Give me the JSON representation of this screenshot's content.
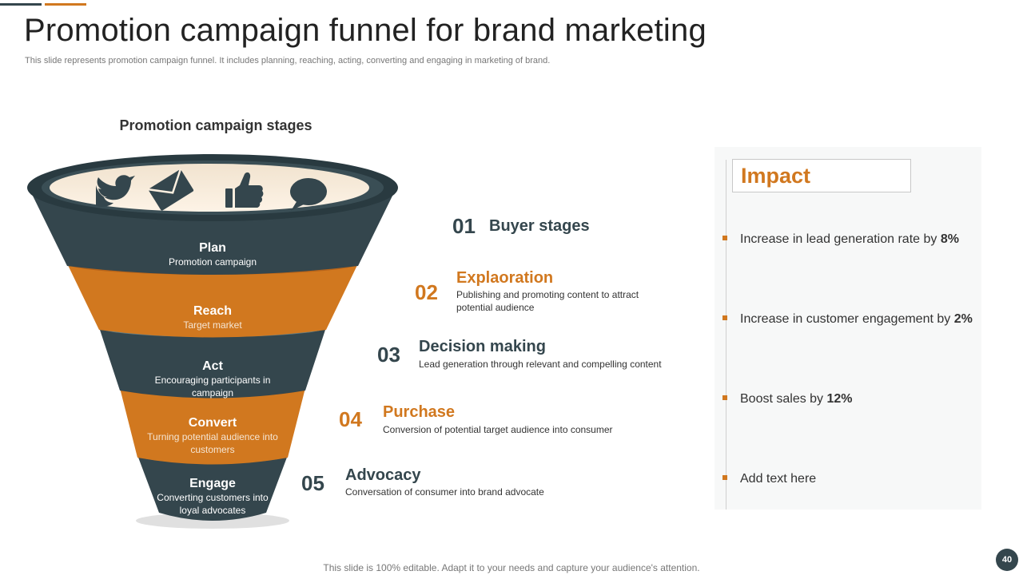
{
  "title": "Promotion campaign funnel for brand marketing",
  "subtitle": "This slide represents promotion campaign funnel. It includes planning, reaching, acting, converting and engaging in marketing of brand.",
  "stages_heading": "Promotion campaign stages",
  "funnel_icons": [
    "twitter-bird-icon",
    "envelope-icon",
    "thumbs-up-icon",
    "chat-bubble-icon"
  ],
  "funnel": [
    {
      "title": "Plan",
      "subtitle": "Promotion campaign",
      "color": "#34464d"
    },
    {
      "title": "Reach",
      "subtitle": "Target market",
      "color": "#d1781f"
    },
    {
      "title": "Act",
      "subtitle": "Encouraging participants in campaign",
      "color": "#34464d"
    },
    {
      "title": "Convert",
      "subtitle": "Turning potential audience into customers",
      "color": "#d1781f"
    },
    {
      "title": "Engage",
      "subtitle": "Converting customers into loyal advocates",
      "color": "#34464d"
    }
  ],
  "steps": [
    {
      "num": "01",
      "title": "Buyer stages",
      "desc": ""
    },
    {
      "num": "02",
      "title": "Explaoration",
      "desc": "Publishing and promoting content to attract potential audience"
    },
    {
      "num": "03",
      "title": "Decision making",
      "desc": "Lead generation through relevant and compelling content"
    },
    {
      "num": "04",
      "title": "Purchase",
      "desc": "Conversion  of potential target audience into consumer"
    },
    {
      "num": "05",
      "title": "Advocacy",
      "desc": "Conversation  of consumer into brand advocate"
    }
  ],
  "impact": {
    "title": "Impact",
    "items": [
      {
        "text": "Increase  in lead generation rate by ",
        "value": "8%"
      },
      {
        "text": "Increase  in customer engagement by ",
        "value": "2%"
      },
      {
        "text": "Boost sales by ",
        "value": "12%"
      },
      {
        "text": "Add text here",
        "value": ""
      }
    ]
  },
  "footer": "This slide is 100% editable. Adapt it to your needs and capture your audience's attention.",
  "page_number": "40",
  "colors": {
    "dark": "#34464d",
    "orange": "#d1781f",
    "cream": "#fbefe0"
  }
}
